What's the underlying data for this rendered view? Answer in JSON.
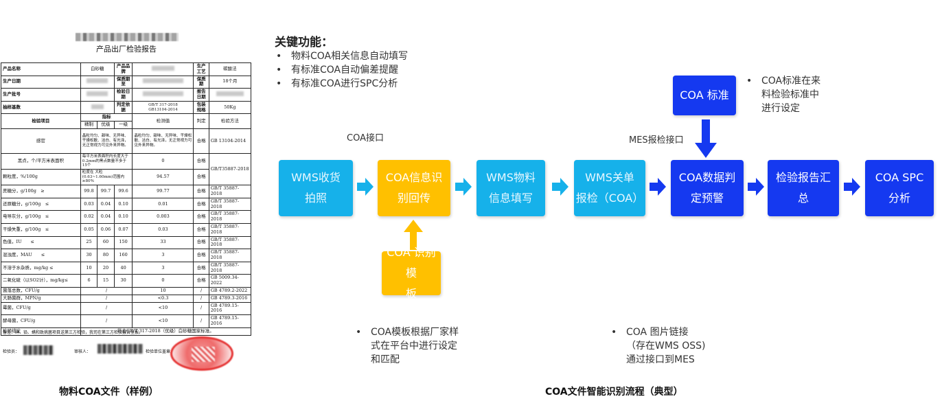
{
  "left": {
    "doc_title": "产品出厂检验报告",
    "header_rows": [
      [
        "产品名称",
        "白砂糖",
        "产品品牌",
        "",
        "生产工艺",
        "碳酸法"
      ],
      [
        "生产日期",
        "",
        "保质期至",
        "",
        "保质期",
        "18个月"
      ],
      [
        "生产批号",
        "",
        "检验日期",
        "",
        "报告日期",
        ""
      ],
      [
        "抽样基数",
        "",
        "判定依据",
        "GB/T 317-2018\nGB13104-2014",
        "包装规格",
        "50Kg"
      ]
    ],
    "col_headers": {
      "item": "检验项目",
      "spec": "指标",
      "grades": [
        "精制",
        "优级",
        "一级"
      ],
      "measured": "检测值",
      "verdict": "判定",
      "method": "检验方法"
    },
    "rows_text": [
      {
        "item": "感官",
        "spec": "晶粒均匀、甜味、无异味、干燥松散、洁白、有光泽，无正常视力可见外来异物。",
        "measured": "晶粒均匀、甜味、无异味、干燥松散、洁白、有光泽，无正常视力可见外来异物。",
        "verdict": "合格",
        "method": "GB 13104-2014"
      },
      {
        "item": "黑点，个/平方米表面积",
        "spec": "每平方米表面积内长度大于0.2mm的黑点数量不多于15个",
        "measured": "0",
        "verdict": "合格",
        "method": "GB/T35887-2018"
      },
      {
        "item": "颗粒度，%/100g",
        "spec": "粒度在 大粒(0.63~1.60mm)范围内≥80%",
        "measured": "94.57",
        "verdict": "合格",
        "method": ""
      }
    ],
    "rows_num": [
      [
        "蔗糖分，g/100g　≥",
        "99.8",
        "99.7",
        "99.6",
        "99.77",
        "合格",
        "GB/T 35887-2018"
      ],
      [
        "还原糖分，g/100g　≤",
        "0.03",
        "0.04",
        "0.10",
        "0.01",
        "合格",
        "GB/T 35887-2018"
      ],
      [
        "电导灰分，g/100g　≤",
        "0.02",
        "0.04",
        "0.10",
        "0.003",
        "合格",
        "GB/T 35887-2018"
      ],
      [
        "干燥失重，g/100g　≤",
        "0.05",
        "0.06",
        "0.07",
        "0.03",
        "合格",
        "GB/T 35887-2018"
      ],
      [
        "色值，IU　　≤",
        "25",
        "60",
        "150",
        "33",
        "合格",
        "GB/T 35887-2018"
      ],
      [
        "混浊度，MAU　　≤",
        "30",
        "80",
        "160",
        "3",
        "合格",
        "GB/T 35887-2018"
      ],
      [
        "不溶于水杂质，mg/kg ≤",
        "10",
        "20",
        "40",
        "3",
        "合格",
        "GB/T 35887-2018"
      ],
      [
        "二氧化硫（以SO2计），mg/kg≤",
        "6",
        "15",
        "30",
        "0",
        "合格",
        "GB 5009.34-2022"
      ]
    ],
    "rows_micro": [
      [
        "菌落总数，CFU/g",
        "/",
        "10",
        "/",
        "GB 4789.2-2022"
      ],
      [
        "大肠菌群，MPN/g",
        "/",
        "<0.3",
        "/",
        "GB 4789.3-2016"
      ],
      [
        "霉菌，CFU/g",
        "/",
        "<10",
        "/",
        "GB 4789.15-2016"
      ],
      [
        "酵母菌，CFU/g",
        "/",
        "<10",
        "/",
        "GB 4789.15-2016"
      ]
    ],
    "conclusion_label": "检验结论",
    "conclusion": "符合GB/T 317-2018（优级）白砂糖国家标准。",
    "note": "备注：砷、铅、螨和致病菌项目送第三方检验，我司在第三方检验报告呈报。",
    "inspector": "检验员：",
    "reviewer": "审核人：",
    "unit": "检验单位盖章",
    "caption": "物料COA文件（样例）"
  },
  "right": {
    "title": "关键功能：",
    "features": [
      "物料COA相关信息自动填写",
      "有标准COA自动偏差提醒",
      "有标准COA进行SPC分析"
    ],
    "coa_interface": "COA接口",
    "mes_interface": "MES报检接口",
    "std_notes": [
      "COA标准在来",
      "料检验标准中",
      "进行设定"
    ],
    "flow": [
      {
        "line1": "WMS收货",
        "line2": "拍照"
      },
      {
        "line1": "COA信息识",
        "line2": "别回传"
      },
      {
        "line1": "WMS物料",
        "line2": "信息填写"
      },
      {
        "line1": "WMS关单",
        "line2": "报检（COA）"
      },
      {
        "line1": "COA数据判",
        "line2": "定预警"
      },
      {
        "line1": "检验报告汇",
        "line2": "总"
      },
      {
        "line1": "COA SPC",
        "line2": "分析"
      }
    ],
    "coa_standard": "COA 标准",
    "template_box": {
      "line1": "COA 识别模",
      "line2": "板"
    },
    "template_notes": [
      "COA模板根据厂家样",
      "式在平台中进行设定",
      "和匹配"
    ],
    "image_notes": [
      "COA 图片链接",
      "（存在WMS OSS)",
      "通过接口到MES"
    ],
    "caption": "COA文件智能识别流程（典型）",
    "colors": {
      "cyan": "#16b1ea",
      "yellow": "#ffc000",
      "blue": "#1539f0"
    }
  }
}
